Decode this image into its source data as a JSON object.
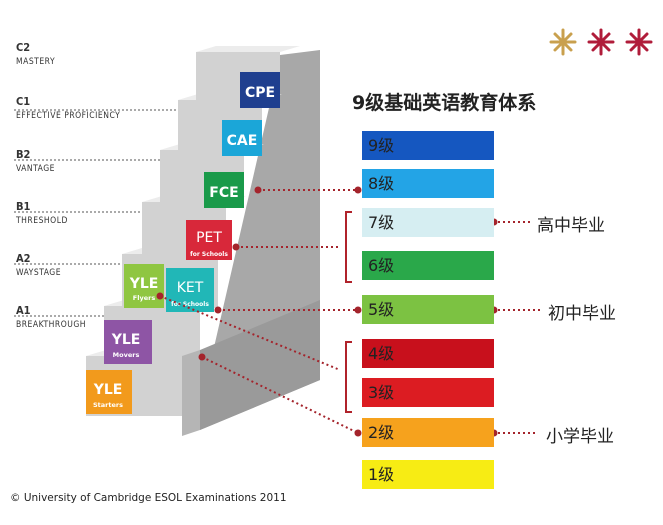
{
  "title": "9级基础英语教育体系",
  "copyright": "© University of Cambridge ESOL Examinations 2011",
  "cefr_levels": [
    {
      "code": "C2",
      "name": "MASTERY"
    },
    {
      "code": "C1",
      "name": "EFFECTIVE PROFICIENCY"
    },
    {
      "code": "B2",
      "name": "VANTAGE"
    },
    {
      "code": "B1",
      "name": "THRESHOLD"
    },
    {
      "code": "A2",
      "name": "WAYSTAGE"
    },
    {
      "code": "A1",
      "name": "BREAKTHROUGH"
    }
  ],
  "exams": {
    "cpe": {
      "label": "CPE",
      "color": "#1f3f8f"
    },
    "cae": {
      "label": "CAE",
      "color": "#1ba6d8"
    },
    "fce": {
      "label": "FCE",
      "color": "#1a9a4a"
    },
    "pet": {
      "label": "PET",
      "sub": "for Schools",
      "color": "#d8283a"
    },
    "ket": {
      "label": "KET",
      "sub": "for Schools",
      "color": "#21b7b7"
    },
    "yle_flyers": {
      "label": "YLE",
      "sub": "Flyers",
      "color": "#8fc641"
    },
    "yle_movers": {
      "label": "YLE",
      "sub": "Movers",
      "color": "#8e55a5"
    },
    "yle_starters": {
      "label": "YLE",
      "sub": "Starters",
      "color": "#f29a1c"
    }
  },
  "grades": [
    {
      "label": "9级",
      "color": "#1557c0"
    },
    {
      "label": "8级",
      "color": "#23a4e6"
    },
    {
      "label": "7级",
      "color": "#d6eef2"
    },
    {
      "label": "6级",
      "color": "#2aa84a"
    },
    {
      "label": "5级",
      "color": "#7cc242"
    },
    {
      "label": "4级",
      "color": "#c8101c"
    },
    {
      "label": "3级",
      "color": "#dc1c22"
    },
    {
      "label": "2级",
      "color": "#f6a21d"
    },
    {
      "label": "1级",
      "color": "#f7ec14"
    }
  ],
  "graduation": {
    "high_school": "高中毕业",
    "middle_school": "初中毕业",
    "primary_school": "小学毕业"
  },
  "colors": {
    "connector": "#a4242c",
    "bracket": "#b0232b",
    "step_top": "#e6e6e6",
    "step_front": "#cfcfcf",
    "step_side": "#9f9f9f",
    "logo_gold": "#c9a04e",
    "logo_red": "#b01c3a"
  }
}
